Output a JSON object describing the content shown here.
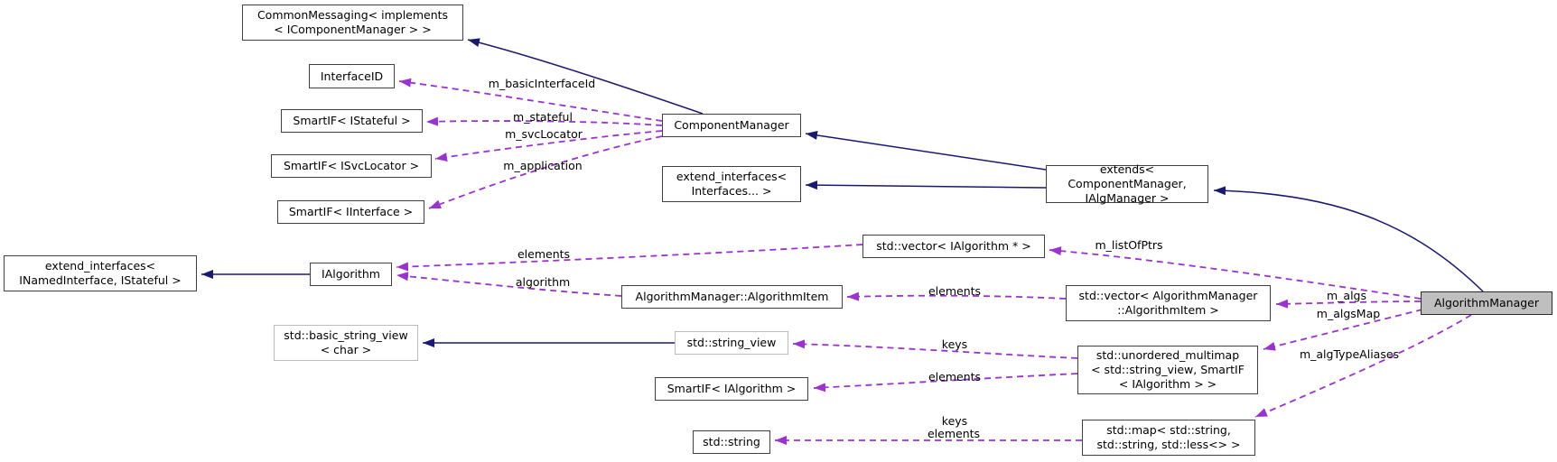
{
  "diagram": {
    "type": "doxygen-collaboration-graph",
    "focus_node": "AlgorithmManager",
    "colors": {
      "solid_edge": "#191970",
      "dashed_edge": "#9a32cd",
      "node_border": "#404040",
      "external_border": "#bcbcbc",
      "node_fill": "#ffffff",
      "highlight_fill": "#bfbfbf",
      "text": "#000000"
    },
    "nodes": {
      "common_messaging": {
        "label": "CommonMessaging< implements\n< IComponentManager > >"
      },
      "interface_id": {
        "label": "InterfaceID"
      },
      "smartif_istateful": {
        "label": "SmartIF< IStateful >"
      },
      "smartif_isvclocator": {
        "label": "SmartIF< ISvcLocator >"
      },
      "smartif_iinterface": {
        "label": "SmartIF< IInterface >"
      },
      "component_manager": {
        "label": "ComponentManager"
      },
      "extend_interfaces_variadic": {
        "label": "extend_interfaces<\nInterfaces... >"
      },
      "extends_component_manager": {
        "label": "extends< ComponentManager,\nIAlgManager >"
      },
      "extend_interfaces_named": {
        "label": "extend_interfaces<\nINamedInterface, IStateful >"
      },
      "ialgorithm": {
        "label": "IAlgorithm"
      },
      "vector_ialgorithm_ptr": {
        "label": "std::vector< IAlgorithm * >"
      },
      "algorithm_item": {
        "label": "AlgorithmManager::AlgorithmItem"
      },
      "vector_algorithm_item": {
        "label": "std::vector< AlgorithmManager\n::AlgorithmItem >"
      },
      "algorithm_manager": {
        "label": "AlgorithmManager"
      },
      "basic_string_view": {
        "label": "std::basic_string_view\n< char >"
      },
      "string_view": {
        "label": "std::string_view"
      },
      "smartif_ialgorithm": {
        "label": "SmartIF< IAlgorithm >"
      },
      "unordered_multimap": {
        "label": "std::unordered_multimap\n< std::string_view, SmartIF\n< IAlgorithm > >"
      },
      "std_map": {
        "label": "std::map< std::string,\nstd::string, std::less<> >"
      },
      "std_string": {
        "label": "std::string"
      }
    },
    "edge_labels": {
      "m_basic_interface_id": "m_basicInterfaceId",
      "m_stateful": "m_stateful",
      "m_svc_locator": "m_svcLocator",
      "m_application": "m_application",
      "elements_vector_ialgorithm": "elements",
      "algorithm": "algorithm",
      "m_list_of_ptrs": "m_listOfPtrs",
      "elements_vector_item": "elements",
      "m_algs": "m_algs",
      "m_algs_map": "m_algsMap",
      "keys_multimap": "keys",
      "elements_multimap": "elements",
      "m_alg_type_aliases": "m_algTypeAliases",
      "keys_map": "keys",
      "elements_map": "elements"
    }
  }
}
